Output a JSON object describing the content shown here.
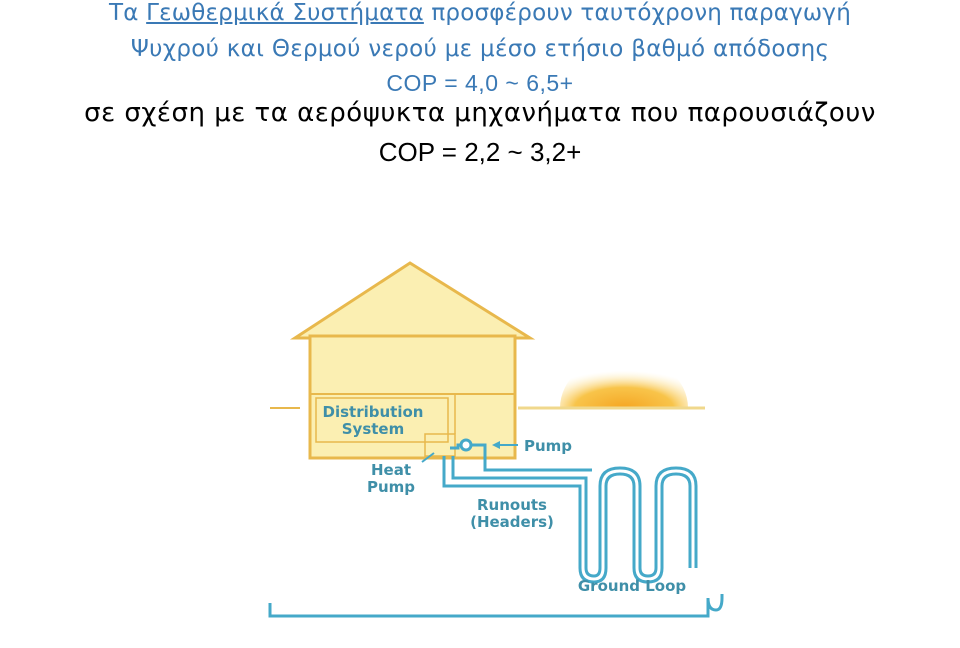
{
  "heading": {
    "line1_prefix": "Τα ",
    "line1_highlight": "Γεωθερμικά Συστήματα",
    "line1_suffix": " προσφέρουν ταυτόχρονη παραγωγή",
    "line2": "Ψυχρού και Θερμού νερού με μέσο ετήσιο βαθμό απόδοσης",
    "line3": "COP = 4,0 ~ 6,5+",
    "line4": "σε σχέση με τα αερόψυκτα μηχανήματα που παρουσιάζουν",
    "line5": "COP = 2,2 ~ 3,2+"
  },
  "diagram": {
    "labels": {
      "distribution_line1": "Distribution",
      "distribution_line2": "System",
      "heat_line1": "Heat",
      "heat_line2": "Pump",
      "pump": "Pump",
      "runouts_line1": "Runouts",
      "runouts_line2": "(Headers)",
      "ground_loop": "Ground Loop"
    },
    "colors": {
      "house_fill": "#fbefb2",
      "house_stroke": "#e8b84c",
      "pipe": "#45a9c9",
      "sun": "#f5b935",
      "ground_line": "#f0d88c",
      "label": "#3f8fa8"
    }
  }
}
